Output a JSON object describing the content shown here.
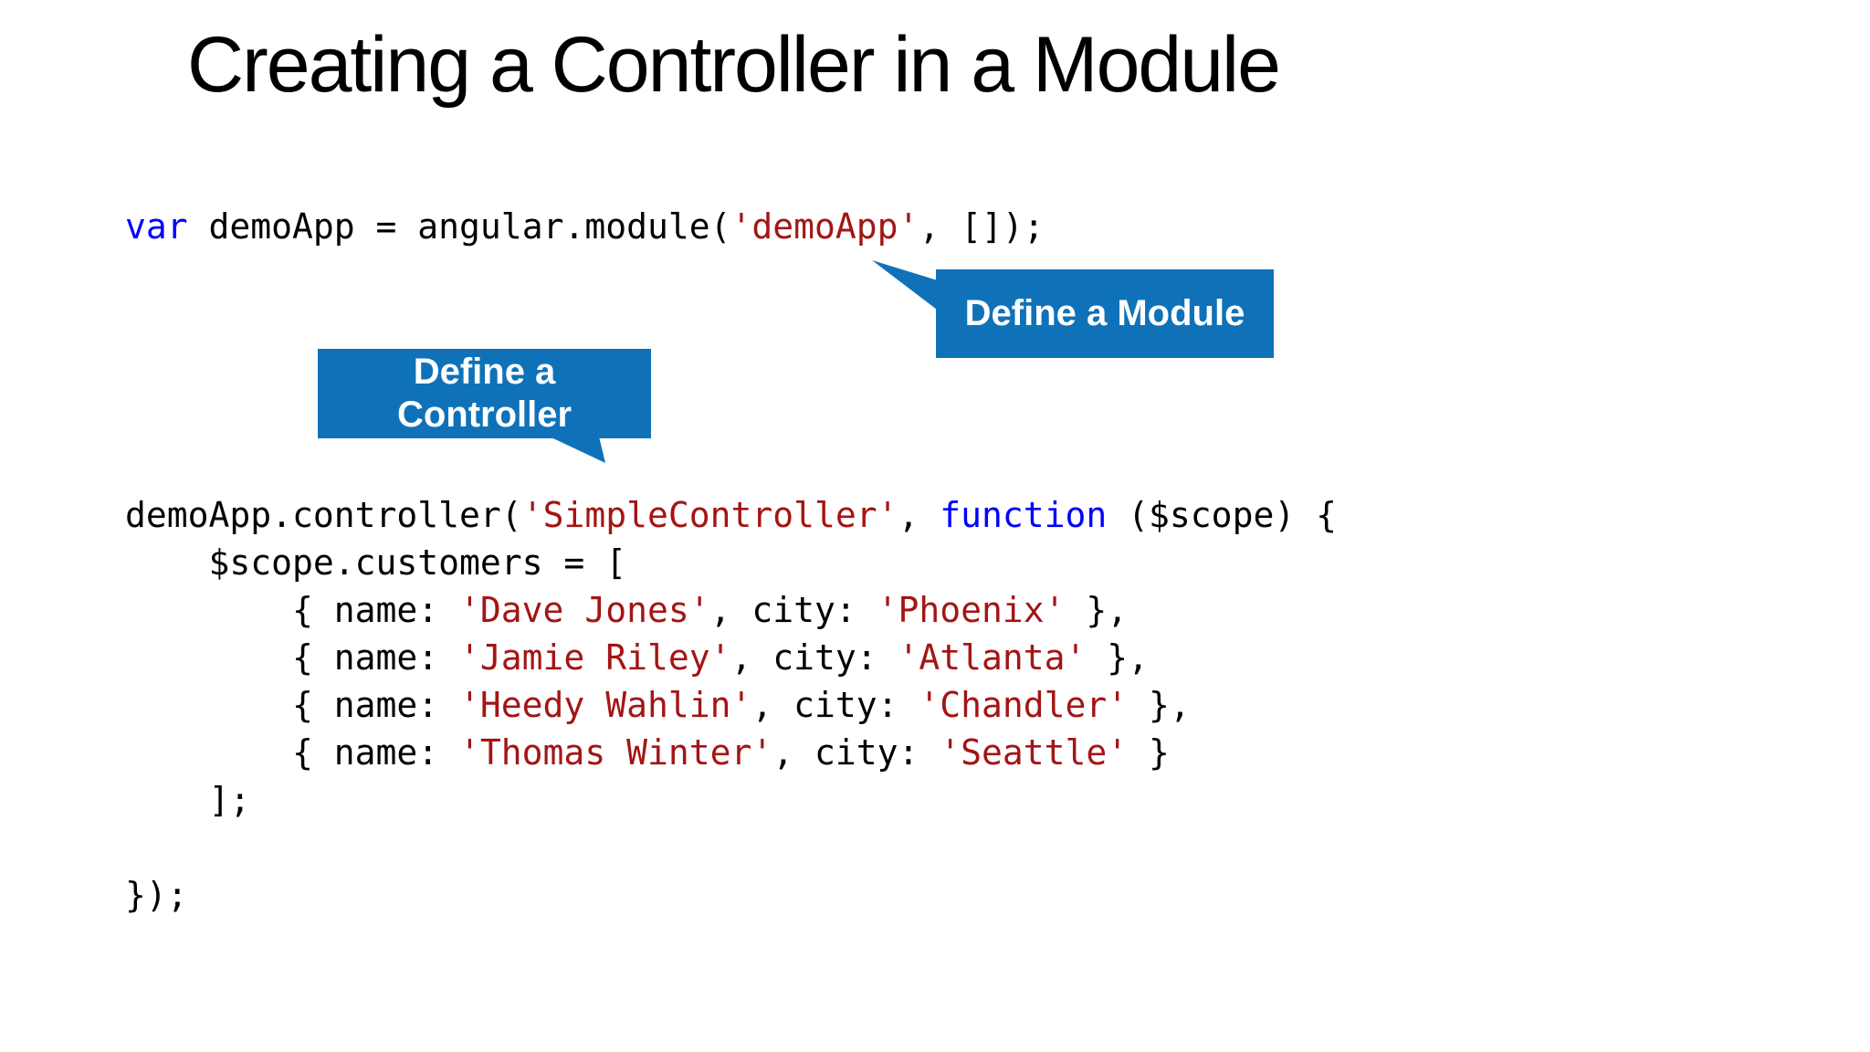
{
  "slide": {
    "title": "Creating a Controller in a Module",
    "background": "#ffffff"
  },
  "colors": {
    "title_text": "#000000",
    "code_text": "#000000",
    "keyword": "#0000ff",
    "string": "#a31515",
    "callout_bg": "#0f72b8",
    "callout_text": "#ffffff"
  },
  "callouts": {
    "module": {
      "label": "Define a Module"
    },
    "controller": {
      "label": "Define a Controller"
    }
  },
  "code_blocks": [
    {
      "name": "code-module",
      "lines": [
        [
          {
            "t": "var",
            "k": "keyword"
          },
          {
            "t": " demoApp = angular.module(",
            "k": "plain"
          },
          {
            "t": "'demoApp'",
            "k": "string"
          },
          {
            "t": ", []);",
            "k": "plain"
          }
        ]
      ]
    },
    {
      "name": "code-controller",
      "lines": [
        [
          {
            "t": "demoApp.controller(",
            "k": "plain"
          },
          {
            "t": "'SimpleController'",
            "k": "string"
          },
          {
            "t": ", ",
            "k": "plain"
          },
          {
            "t": "function",
            "k": "keyword"
          },
          {
            "t": " ($scope) {",
            "k": "plain"
          }
        ],
        [
          {
            "t": "    $scope.customers = [",
            "k": "plain"
          }
        ],
        [
          {
            "t": "        { name: ",
            "k": "plain"
          },
          {
            "t": "'Dave Jones'",
            "k": "string"
          },
          {
            "t": ", city: ",
            "k": "plain"
          },
          {
            "t": "'Phoenix'",
            "k": "string"
          },
          {
            "t": " },",
            "k": "plain"
          }
        ],
        [
          {
            "t": "        { name: ",
            "k": "plain"
          },
          {
            "t": "'Jamie Riley'",
            "k": "string"
          },
          {
            "t": ", city: ",
            "k": "plain"
          },
          {
            "t": "'Atlanta'",
            "k": "string"
          },
          {
            "t": " },",
            "k": "plain"
          }
        ],
        [
          {
            "t": "        { name: ",
            "k": "plain"
          },
          {
            "t": "'Heedy Wahlin'",
            "k": "string"
          },
          {
            "t": ", city: ",
            "k": "plain"
          },
          {
            "t": "'Chandler'",
            "k": "string"
          },
          {
            "t": " },",
            "k": "plain"
          }
        ],
        [
          {
            "t": "        { name: ",
            "k": "plain"
          },
          {
            "t": "'Thomas Winter'",
            "k": "string"
          },
          {
            "t": ", city: ",
            "k": "plain"
          },
          {
            "t": "'Seattle'",
            "k": "string"
          },
          {
            "t": " }",
            "k": "plain"
          }
        ],
        [
          {
            "t": "    ];",
            "k": "plain"
          }
        ],
        [
          {
            "t": "",
            "k": "plain"
          }
        ],
        [
          {
            "t": "});",
            "k": "plain"
          }
        ]
      ]
    }
  ]
}
